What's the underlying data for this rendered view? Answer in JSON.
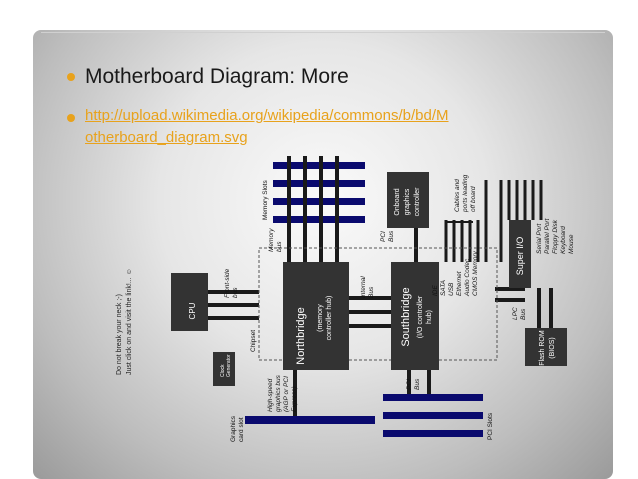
{
  "slide": {
    "title": "Motherboard Diagram: More",
    "link_line1": "http://upload.wikimedia.org/wikipedia/commons/b/bd/M",
    "link_line2": "otherboard_diagram.svg"
  },
  "colors": {
    "accent": "#e8a21c",
    "block": "#333333",
    "bus": "#0a0a6e"
  },
  "diagram": {
    "note_line1": "Do not break your neck ;-)",
    "note_line2": "Just click on and visit the link!... ☺",
    "cpu": "CPU",
    "front_side_bus_1": "Front-side",
    "front_side_bus_2": "bus",
    "clock_1": "Clock",
    "clock_2": "Generator",
    "chipset": "Chipset",
    "northbridge": "Northbridge",
    "northbridge_sub_1": "(memory",
    "northbridge_sub_2": "controller hub)",
    "memory_slots": "Memory Slots",
    "memory_bus_1": "Memory",
    "memory_bus_2": "bus",
    "internal_bus_1": "Internal",
    "internal_bus_2": "Bus",
    "southbridge": "Southbridge",
    "southbridge_sub_1": "(I/O controller",
    "southbridge_sub_2": "hub)",
    "pci_bus_top_1": "PCI",
    "pci_bus_top_2": "Bus",
    "onboard_1": "Onboard",
    "onboard_2": "graphics",
    "onboard_3": "controller",
    "cables_1": "Cables and",
    "cables_2": "ports leading",
    "cables_3": "off board",
    "io_list": [
      "IDE",
      "SATA",
      "USB",
      "Ethernet",
      "Audio Codec",
      "CMOS Memory"
    ],
    "super_io": "Super I/O",
    "super_io_list": [
      "Serial Port",
      "Parallel Port",
      "Floppy Disk",
      "Keyboard",
      "Mouse"
    ],
    "lpc_bus_1": "LPC",
    "lpc_bus_2": "Bus",
    "flash_rom_1": "Flash ROM",
    "flash_rom_2": "(BIOS)",
    "graphics_slot_1": "Graphics",
    "graphics_slot_2": "card slot",
    "hs_bus_1": "High-speed",
    "hs_bus_2": "graphics bus",
    "hs_bus_3": "(AGP or PCI",
    "hs_bus_4": "Express)",
    "pci_bus_bottom_1": "PCI",
    "pci_bus_bottom_2": "Bus",
    "pci_slots": "PCI Slots"
  }
}
